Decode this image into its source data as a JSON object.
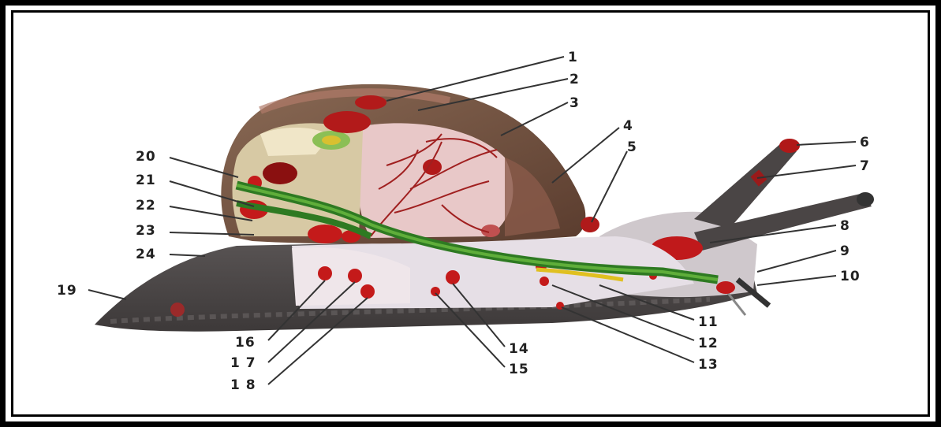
{
  "diagram": {
    "labels": [
      "1",
      "2",
      "3",
      "4",
      "5",
      "6",
      "7",
      "8",
      "9",
      "10",
      "11",
      "12",
      "13",
      "14",
      "15",
      "16",
      "1 7",
      "1 8",
      "19",
      "20",
      "21",
      "22",
      "23",
      "24"
    ]
  },
  "colors": {
    "frame": "#000000",
    "shell": "#6b4a3a",
    "body": "#4a4545",
    "organ_pink": "#e9c9c9",
    "nerve_green": "#3c8c2c",
    "blood_red": "#c01818",
    "leader_line": "#333333"
  }
}
